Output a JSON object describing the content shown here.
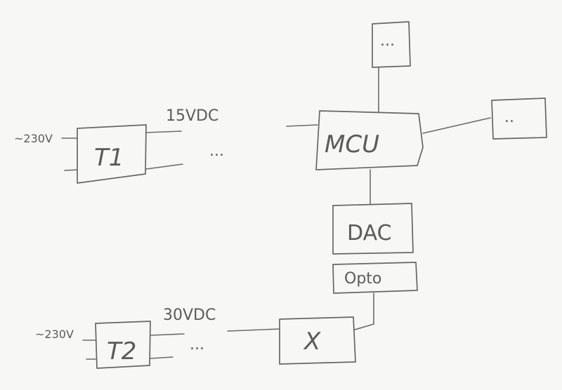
{
  "nodes": {
    "t1": "T1",
    "t2": "T2",
    "mcu": "MCU",
    "dac": "DAC",
    "opto": "Opto",
    "x": "X",
    "top_box": "...",
    "right_box": ".."
  },
  "labels": {
    "t1_input": "~230V",
    "t2_input": "~230V",
    "t1_output": "15VDC",
    "t2_output": "30VDC",
    "t1_ellipsis": "...",
    "t2_ellipsis": "..."
  },
  "colors": {
    "pencil": "#6b6b6b",
    "paper": "#f7f7f6"
  }
}
